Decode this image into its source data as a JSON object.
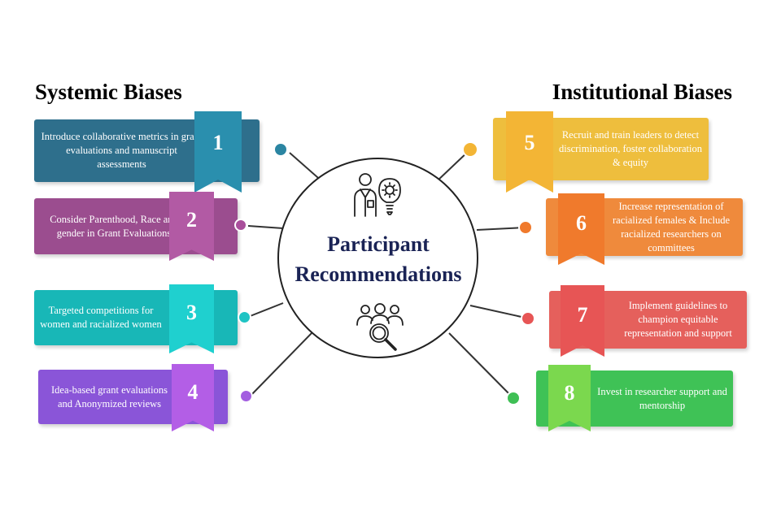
{
  "left_heading": "Systemic Biases",
  "right_heading": "Institutional Biases",
  "center_title_line1": "Participant",
  "center_title_line2": "Recommendations",
  "icons": [
    "doctor-lightbulb-icon",
    "people-search-icon"
  ],
  "items": [
    {
      "number": "1",
      "text": "Introduce collaborative metrics in grant evaluations and manuscript assessments",
      "color": "#2e6f8c",
      "ribbon_color": "#2a8fae",
      "knob_color": "#2b85a2"
    },
    {
      "number": "2",
      "text": "Consider Parenthood, Race and gender in Grant Evaluations",
      "color": "#9b4d8f",
      "ribbon_color": "#b25aa4",
      "knob_color": "#a94f9b"
    },
    {
      "number": "3",
      "text": "Targeted competitions for women and racialized women",
      "color": "#18b7b7",
      "ribbon_color": "#1fd0cf",
      "knob_color": "#1fc4c4"
    },
    {
      "number": "4",
      "text": "Idea-based grant evaluations and Anonymized reviews",
      "color": "#8a55d8",
      "ribbon_color": "#b35ee6",
      "knob_color": "#a35ee0"
    },
    {
      "number": "5",
      "text": "Recruit and train leaders to detect discrimination, foster collaboration & equity",
      "color": "#eebe3d",
      "ribbon_color": "#f3b535",
      "knob_color": "#f3b535"
    },
    {
      "number": "6",
      "text": "Increase representation of racialized females & Include racialized researchers on committees",
      "color": "#ef8a3c",
      "ribbon_color": "#f07a2c",
      "knob_color": "#f07a2c"
    },
    {
      "number": "7",
      "text": "Implement guidelines to champion equitable representation and support",
      "color": "#e5605c",
      "ribbon_color": "#e75555",
      "knob_color": "#e75555"
    },
    {
      "number": "8",
      "text": "Invest in researcher support and mentorship",
      "color": "#3fc256",
      "ribbon_color": "#7bd84e",
      "knob_color": "#3fbf55"
    }
  ]
}
